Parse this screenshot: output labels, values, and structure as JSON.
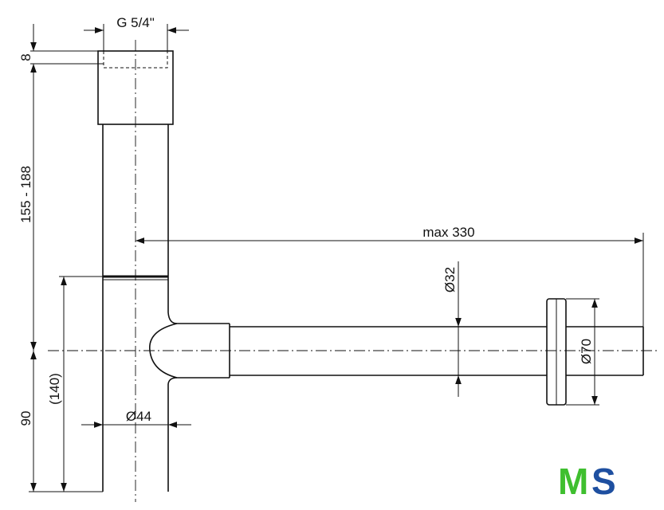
{
  "dimensions": {
    "thread": "G 5/4\"",
    "top_offset": "8",
    "height_range": "155 - 188",
    "max_length": "max 330",
    "pipe_diameter": "Ø32",
    "flange_diameter": "Ø70",
    "body_diameter": "Ø44",
    "lower_height": "90",
    "outlet_height": "(140)"
  },
  "logo": {
    "letter_m": "M",
    "letter_s": "S",
    "color_m": "#3fbf2f",
    "color_s": "#1e4fa0"
  }
}
